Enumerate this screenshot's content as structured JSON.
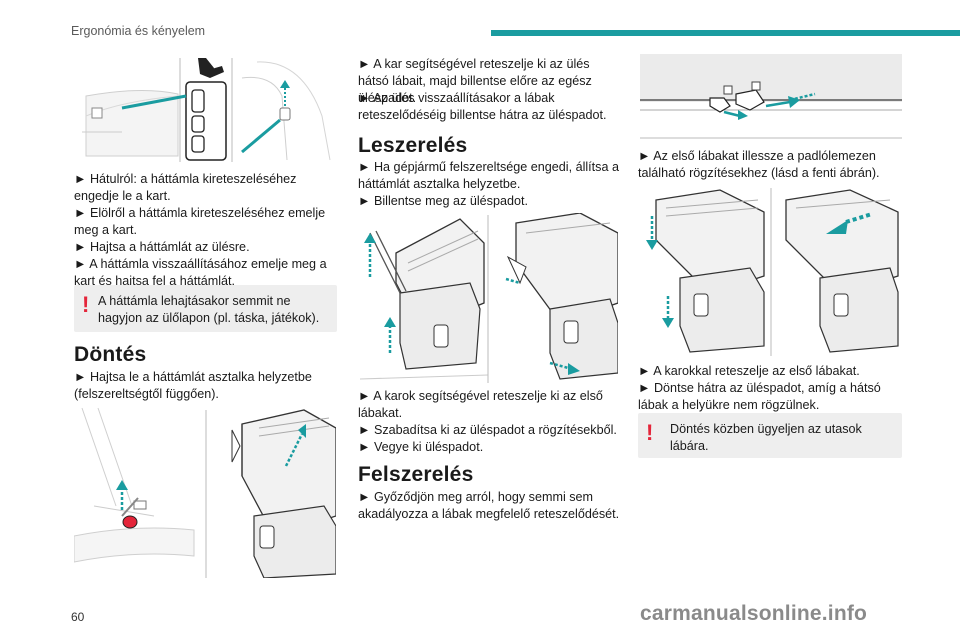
{
  "header": {
    "title": "Ergonómia és kényelem",
    "accent_color": "#1a9ca0"
  },
  "col1": {
    "steps": [
      "► Hátulról: a háttámla kireteszeléséhez engedje le a kart.",
      "► Elölről a háttámla kireteszeléséhez emelje meg a kart.",
      "► Hajtsa a háttámlát az ülésre.",
      "► A háttámla visszaállításához emelje meg a kart és hajtsa fel a háttámlát."
    ],
    "warning": "A háttámla lehajtásakor semmit ne hagyjon az ülőlapon (pl. táska, játékok).",
    "heading": "Döntés",
    "heading_text": "► Hajtsa le a háttámlát asztalka helyzetbe (felszereltségtől függően)."
  },
  "col2": {
    "intro": [
      "► A kar segítségével reteszelje ki az ülés hátsó lábait, majd billentse előre az egész üléspadot.",
      "► Az ülés visszaállításakor a lábak reteszelődéséig billentse hátra az üléspadot."
    ],
    "heading_removal": "Leszerelés",
    "removal_steps": [
      "► Ha gépjármű felszereltsége engedi, állítsa a háttámlát asztalka helyzetbe.",
      "► Billentse meg az üléspadot."
    ],
    "removal_steps2": [
      "► A karok segítségével reteszelje ki az első lábakat.",
      "► Szabadítsa ki az üléspadot a rögzítésekből.",
      "► Vegye ki üléspadot."
    ],
    "heading_install": "Felszerelés",
    "install_text": "► Győződjön meg arról, hogy semmi sem akadályozza a lábak megfelelő reteszelődését."
  },
  "col3": {
    "step_front_legs": "► Az első lábakat illessze a padlólemezen található rögzítésekhez (lásd a fenti ábrán).",
    "steps_lock": [
      "► A karokkal reteszelje az első lábakat.",
      "► Döntse hátra az üléspadot, amíg a hátsó lábak a helyükre nem rögzülnek."
    ],
    "warning": "Döntés közben ügyeljen az utasok lábára."
  },
  "footer": {
    "page_number": "60",
    "watermark": "carmanualsonline.info"
  },
  "colors": {
    "warning_mark": "#e4253a",
    "warning_bg": "#eeeeee",
    "arrow": "#1a9ca0"
  }
}
